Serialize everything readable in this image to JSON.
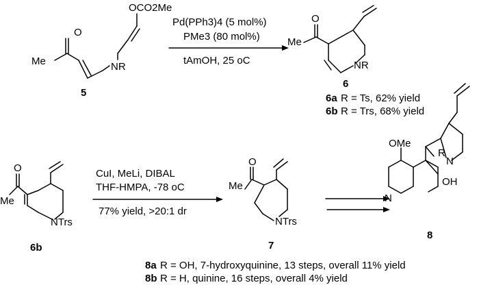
{
  "scheme1": {
    "compound5": {
      "number": "5",
      "substituents": {
        "ester": "OCO2Me",
        "ketone_o": "O",
        "methyl": "Me",
        "amine": "NR"
      }
    },
    "conditions": {
      "line1": "Pd(PPh3)4 (5 mol%)",
      "line2": "PMe3 (80 mol%)",
      "line3": "tAmOH, 25 oC"
    },
    "compound6": {
      "number": "6",
      "substituents": {
        "ketone_o": "O",
        "methyl": "Me",
        "amine": "NR"
      },
      "variants": [
        {
          "id": "6a",
          "text": "R = Ts,  62% yield"
        },
        {
          "id": "6b",
          "text": "R = Trs, 68% yield"
        }
      ]
    }
  },
  "scheme2": {
    "compound6b": {
      "number": "6b",
      "substituents": {
        "ketone_o": "O",
        "methyl": "Me",
        "amine": "NTrs"
      }
    },
    "conditions": {
      "line1": "CuI, MeLi, DIBAL",
      "line2": "THF-HMPA, -78 oC",
      "line3": "77% yield, >20:1 dr"
    },
    "compound7": {
      "number": "7",
      "substituents": {
        "ketone_o": "O",
        "methyl": "Me",
        "amine": "NTrs"
      }
    },
    "compound8": {
      "number": "8",
      "substituents": {
        "methoxy": "OMe",
        "quinoline_n": "N",
        "hydroxyl": "OH",
        "r_group": "R",
        "bridge_n": "N"
      },
      "variants": [
        {
          "id": "8a",
          "text": "R = OH, 7-hydroxyquinine, 13 steps, overall 11% yield"
        },
        {
          "id": "8b",
          "text": "R = H, quinine, 16 steps, overall 4% yield"
        }
      ]
    }
  }
}
